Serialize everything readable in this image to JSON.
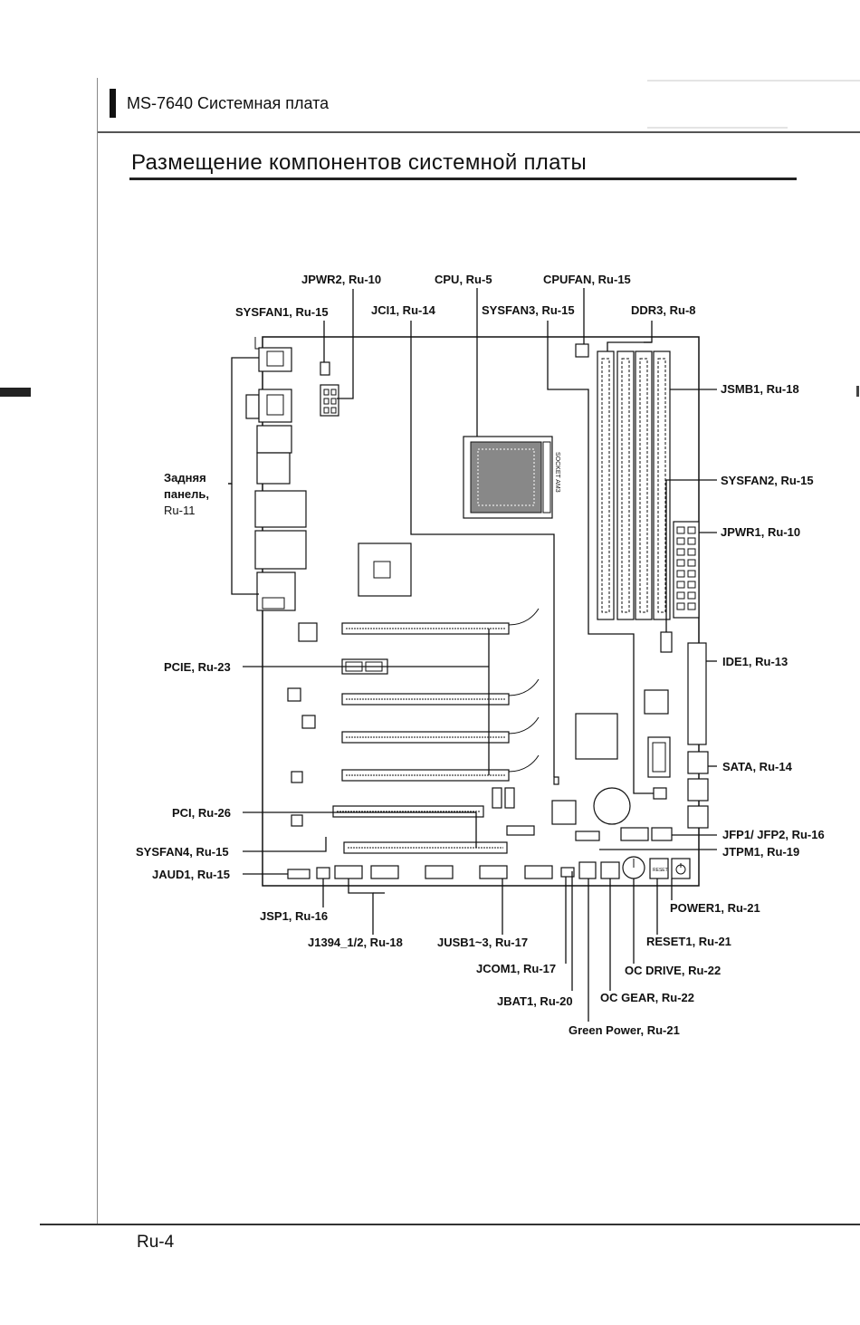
{
  "header": {
    "title": "MS-7640 Системная плата"
  },
  "page": {
    "title": "Размещение компонентов системной платы",
    "number": "Ru-4"
  },
  "labels": {
    "jpwr2": "JPWR2, Ru-10",
    "cpu": "CPU, Ru-5",
    "cpufan": "CPUFAN, Ru-15",
    "sysfan1": "SYSFAN1, Ru-15",
    "jci1": "JCI1, Ru-14",
    "sysfan3": "SYSFAN3, Ru-15",
    "ddr3": "DDR3, Ru-8",
    "jsmb1": "JSMB1, Ru-18",
    "back_panel_1": "Задняя",
    "back_panel_2": "панель,",
    "back_panel_3": "Ru-11",
    "sysfan2": "SYSFAN2, Ru-15",
    "jpwr1": "JPWR1, Ru-10",
    "pcie": "PCIE, Ru-23",
    "ide1": "IDE1, Ru-13",
    "sata": "SATA, Ru-14",
    "pci": "PCI, Ru-26",
    "jfp": "JFP1/ JFP2, Ru-16",
    "sysfan4": "SYSFAN4, Ru-15",
    "jtpm1": "JTPM1, Ru-19",
    "jaud1": "JAUD1, Ru-15",
    "power1": "POWER1, Ru-21",
    "jsp1": "JSP1, Ru-16",
    "j1394": "J1394_1/2, Ru-18",
    "jusb": "JUSB1~3, Ru-17",
    "reset1": "RESET1, Ru-21",
    "jcom1": "JCOM1, Ru-17",
    "ocdrive": "OC DRIVE, Ru-22",
    "jbat1": "JBAT1, Ru-20",
    "ocgear": "OC GEAR, Ru-22",
    "greenpower": "Green Power, Ru-21"
  },
  "board_marks": {
    "socket_text": "SOCKET AM3",
    "reset_text": "RESET"
  }
}
